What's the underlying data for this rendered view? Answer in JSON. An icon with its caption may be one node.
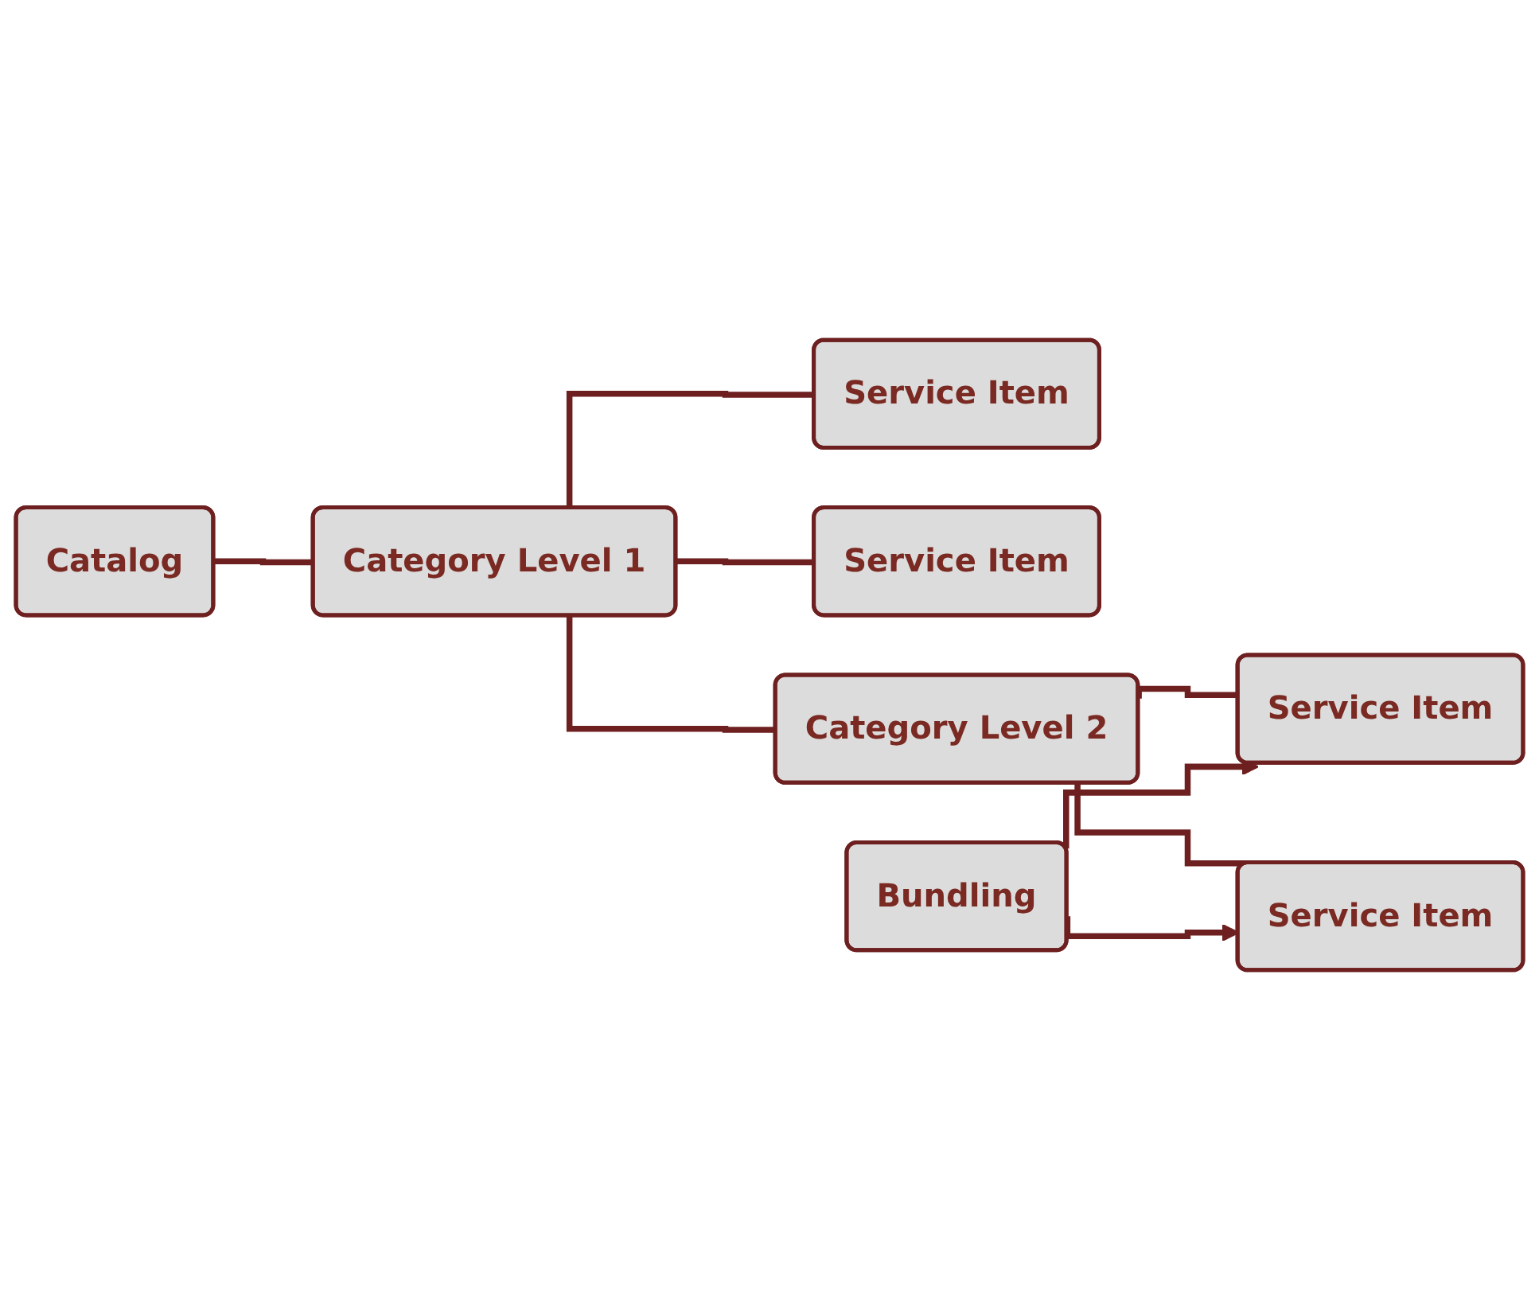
{
  "diagram": {
    "nodes": [
      {
        "text": [
          "Catalog"
        ]
      },
      {
        "text": [
          "Category Level 1"
        ]
      },
      {
        "text": [
          "Service Item"
        ]
      },
      {
        "text": [
          "Service Item"
        ]
      },
      {
        "text": [
          "Category Level 2"
        ]
      },
      {
        "text": [
          "Service Item"
        ]
      },
      {
        "text": [
          "Service Item"
        ]
      },
      {
        "text": [
          "Bundling"
        ]
      }
    ],
    "edges": [
      {
        "from": 0,
        "to": 1,
        "arrow": "none"
      },
      {
        "from": 1,
        "to": 2,
        "arrow": "none"
      },
      {
        "from": 1,
        "to": 3,
        "arrow": "none"
      },
      {
        "from": 1,
        "to": 4,
        "arrow": "none"
      },
      {
        "from": 4,
        "to": 5,
        "arrow": "none"
      },
      {
        "from": 4,
        "to": 6,
        "arrow": "none"
      },
      {
        "from": 7,
        "to": 5,
        "arrow": "to"
      },
      {
        "from": 7,
        "to": 6,
        "arrow": "to"
      }
    ]
  }
}
